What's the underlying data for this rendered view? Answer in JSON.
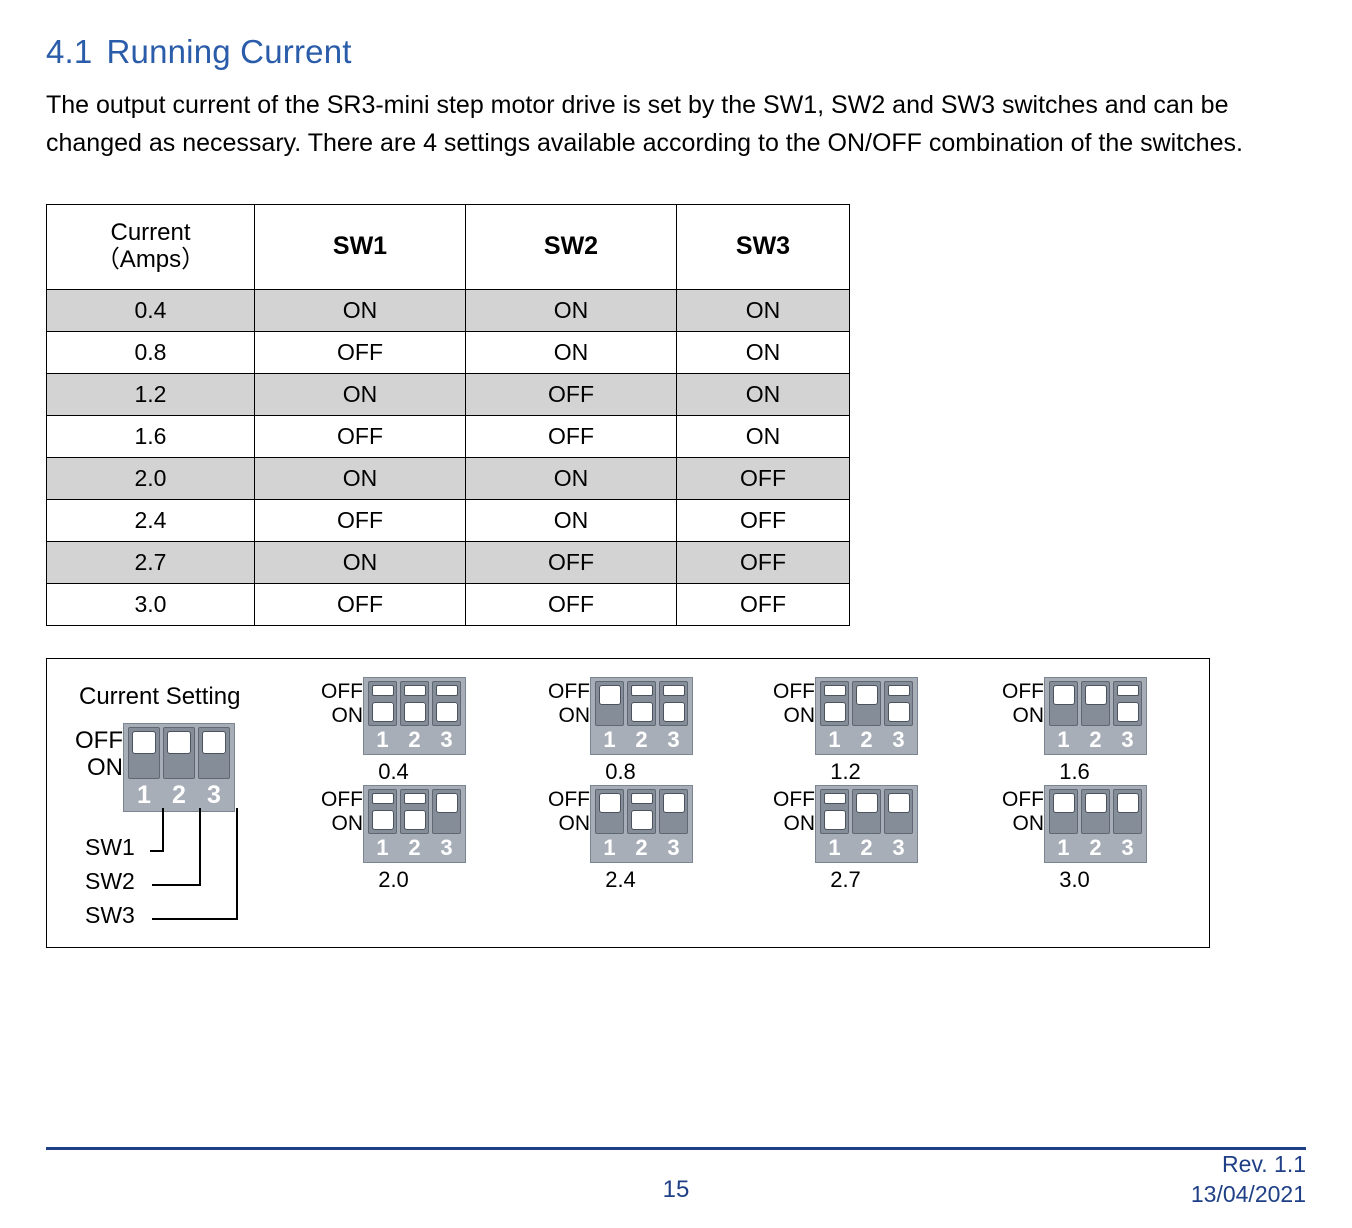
{
  "heading": {
    "number": "4.1",
    "title": "Running Current"
  },
  "intro_paragraph": "The output current of the SR3-mini step motor drive is set by the SW1, SW2 and SW3 switches and can be changed as necessary. There are 4 settings available according to the ON/OFF combination of the switches.",
  "table": {
    "headers": {
      "current_line1": "Current",
      "current_line2": "（Amps）",
      "sw1": "SW1",
      "sw2": "SW2",
      "sw3": "SW3"
    },
    "rows": [
      {
        "current": "0.4",
        "sw1": "ON",
        "sw2": "ON",
        "sw3": "ON",
        "shaded": true
      },
      {
        "current": "0.8",
        "sw1": "OFF",
        "sw2": "ON",
        "sw3": "ON",
        "shaded": false
      },
      {
        "current": "1.2",
        "sw1": "ON",
        "sw2": "OFF",
        "sw3": "ON",
        "shaded": true
      },
      {
        "current": "1.6",
        "sw1": "OFF",
        "sw2": "OFF",
        "sw3": "ON",
        "shaded": false
      },
      {
        "current": "2.0",
        "sw1": "ON",
        "sw2": "ON",
        "sw3": "OFF",
        "shaded": true
      },
      {
        "current": "2.4",
        "sw1": "OFF",
        "sw2": "ON",
        "sw3": "OFF",
        "shaded": false
      },
      {
        "current": "2.7",
        "sw1": "ON",
        "sw2": "OFF",
        "sw3": "OFF",
        "shaded": true
      },
      {
        "current": "3.0",
        "sw1": "OFF",
        "sw2": "OFF",
        "sw3": "OFF",
        "shaded": false
      }
    ]
  },
  "diagram": {
    "legend": {
      "title": "Current Setting",
      "off_label": "OFF",
      "on_label": "ON",
      "positions": [
        "1",
        "2",
        "3"
      ],
      "states": [
        "OFF",
        "OFF",
        "OFF"
      ],
      "callouts": [
        "SW1",
        "SW2",
        "SW3"
      ]
    },
    "off_label": "OFF",
    "on_label": "ON",
    "positions": [
      "1",
      "2",
      "3"
    ],
    "settings": [
      {
        "value": "0.4",
        "states": [
          "ON",
          "ON",
          "ON"
        ]
      },
      {
        "value": "0.8",
        "states": [
          "OFF",
          "ON",
          "ON"
        ]
      },
      {
        "value": "1.2",
        "states": [
          "ON",
          "OFF",
          "ON"
        ]
      },
      {
        "value": "1.6",
        "states": [
          "OFF",
          "OFF",
          "ON"
        ]
      },
      {
        "value": "2.0",
        "states": [
          "ON",
          "ON",
          "OFF"
        ]
      },
      {
        "value": "2.4",
        "states": [
          "OFF",
          "ON",
          "OFF"
        ]
      },
      {
        "value": "2.7",
        "states": [
          "ON",
          "OFF",
          "OFF"
        ]
      },
      {
        "value": "3.0",
        "states": [
          "OFF",
          "OFF",
          "OFF"
        ]
      }
    ]
  },
  "footer": {
    "page_number": "15",
    "revision": "Rev. 1.1",
    "date": "13/04/2021"
  },
  "colors": {
    "heading_blue": "#2a5caa",
    "footer_blue": "#1f3f86",
    "row_shade": "#d3d3d3",
    "switch_body": "#a7aeb8",
    "switch_well": "#858d98"
  }
}
